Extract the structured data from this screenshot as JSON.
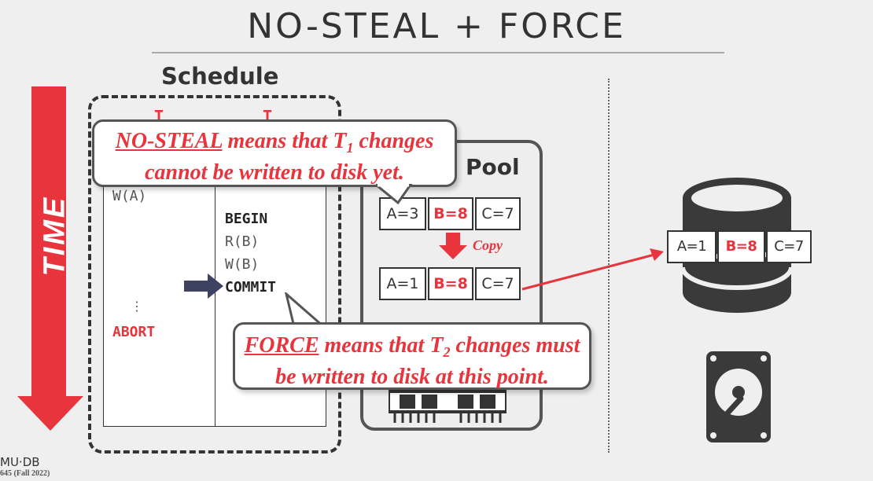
{
  "title": "NO-STEAL + FORCE",
  "schedule": {
    "label": "Schedule",
    "t1_header": "T",
    "t2_header": "T",
    "t1_ops": [
      "W(A)"
    ],
    "t2_ops": [
      "BEGIN",
      "R(B)",
      "W(B)",
      "COMMIT"
    ],
    "ellipsis": "⋮",
    "abort": "ABORT"
  },
  "time_label": "TIME",
  "buffer_pool": {
    "label": "Pool",
    "row1": [
      "A=3",
      "B=8",
      "C=7"
    ],
    "row2": [
      "A=1",
      "B=8",
      "C=7"
    ],
    "copy_label": "Copy"
  },
  "disk": {
    "row": [
      "A=1",
      "B=8",
      "C=7"
    ]
  },
  "callout_nosteal": {
    "term": "NO-STEAL",
    "line1_rest_a": " means that T",
    "line1_sub": "1",
    "line1_rest_b": " changes",
    "line2": "cannot be written to disk yet."
  },
  "callout_force": {
    "term": "FORCE",
    "line1_rest_a": " means that T",
    "line1_sub": "2",
    "line1_rest_b": " changes must",
    "line2": "be written to disk at this point."
  },
  "footer": {
    "brand": "MU·DB",
    "course": "645 (Fall 2022)"
  },
  "colors": {
    "accent": "#e8343c",
    "dark": "#333333",
    "arrow": "#3d4263"
  },
  "icons": [
    "time-arrow-icon",
    "commit-pointer-icon",
    "copy-arrow-icon",
    "database-icon",
    "hard-drive-icon",
    "ram-chip-icon"
  ]
}
